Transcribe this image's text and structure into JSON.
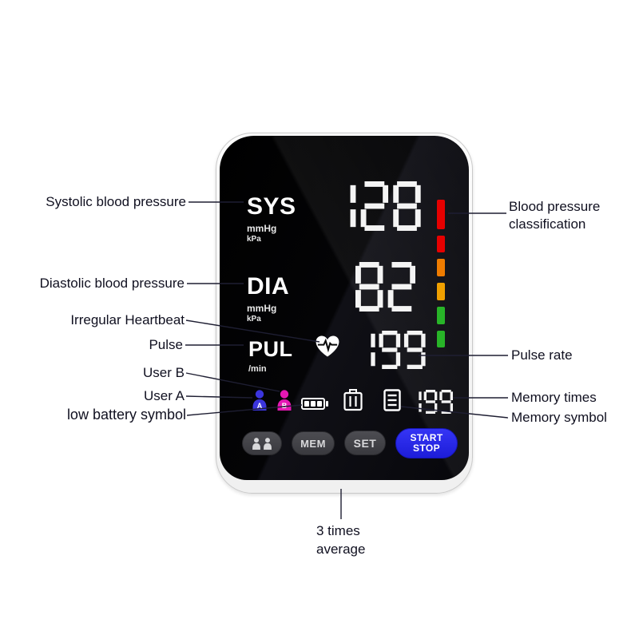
{
  "labels": {
    "systolic": "Systolic blood pressure",
    "diastolic": "Diastolic blood pressure",
    "irregular": "Irregular Heartbeat",
    "pulse": "Pulse",
    "user_b": "User B",
    "user_a": "User A",
    "low_battery": "low battery symbol",
    "classification": "Blood pressure classification",
    "pulse_rate": "Pulse rate",
    "memory_times": "Memory times",
    "memory_symbol": "Memory symbol",
    "average": "3 times\naverage"
  },
  "device": {
    "sys": {
      "label": "SYS",
      "unit1": "mmHg",
      "unit2": "kPa",
      "value": "128"
    },
    "dia": {
      "label": "DIA",
      "unit1": "mmHg",
      "unit2": "kPa",
      "value": "82"
    },
    "pul": {
      "label": "PUL",
      "unit": "/min",
      "value": "199"
    },
    "memory": {
      "value": "199"
    },
    "buttons": {
      "mem": "MEM",
      "set": "SET",
      "start": "START",
      "stop": "STOP"
    },
    "classification_colors": [
      "#e60000",
      "#e60000",
      "#ef7c00",
      "#f0a000",
      "#28b428",
      "#28b428"
    ],
    "colors": {
      "start_button": "#2626ee",
      "user_a": "#3b35dd",
      "user_b": "#e517b4",
      "digits": "#f4f4f4"
    },
    "icons": [
      "user-a-icon",
      "user-b-icon",
      "battery-icon",
      "average-3-icon",
      "memory-list-icon",
      "irregular-heartbeat-icon",
      "bp-classification-bars"
    ]
  }
}
